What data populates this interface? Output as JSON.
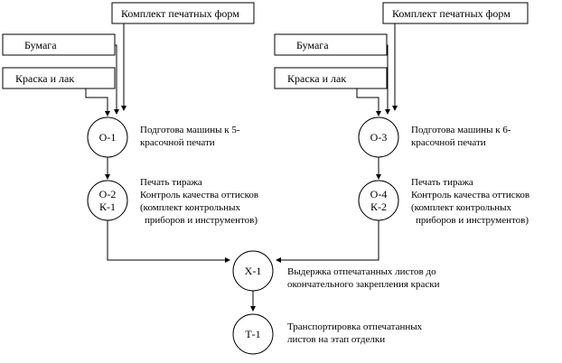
{
  "inputs": {
    "forms_left": "Комплект печатных форм",
    "forms_right": "Комплект печатных форм",
    "paper_left": "Бумага",
    "paper_right": "Бумага",
    "ink_left": "Краска и лак",
    "ink_right": "Краска и лак"
  },
  "nodes": {
    "o1": "О-1",
    "o2": "О-2",
    "k1": "К-1",
    "o3": "О-3",
    "o4": "О-4",
    "k2": "К-2",
    "x1": "Х-1",
    "t1": "Т-1"
  },
  "descriptions": {
    "o1": [
      "Подготова машины к 5-",
      "красочной печати"
    ],
    "o2": [
      "Печать тиража",
      "Контроль качества оттисков",
      "(комплект контрольных",
      "приборов и инструментов)"
    ],
    "o3": [
      "Подготова машины к 6-",
      "красочной печати"
    ],
    "o4": [
      "Печать тиража",
      "Контроль качества оттисков",
      "(комплект контрольных",
      "приборов и инструментов)"
    ],
    "x1": [
      "Выдержка отпечатанных листов до",
      "окончательного закрепления краски"
    ],
    "t1": [
      "Транспортировка отпечатанных",
      "листов на этап отделки"
    ]
  }
}
